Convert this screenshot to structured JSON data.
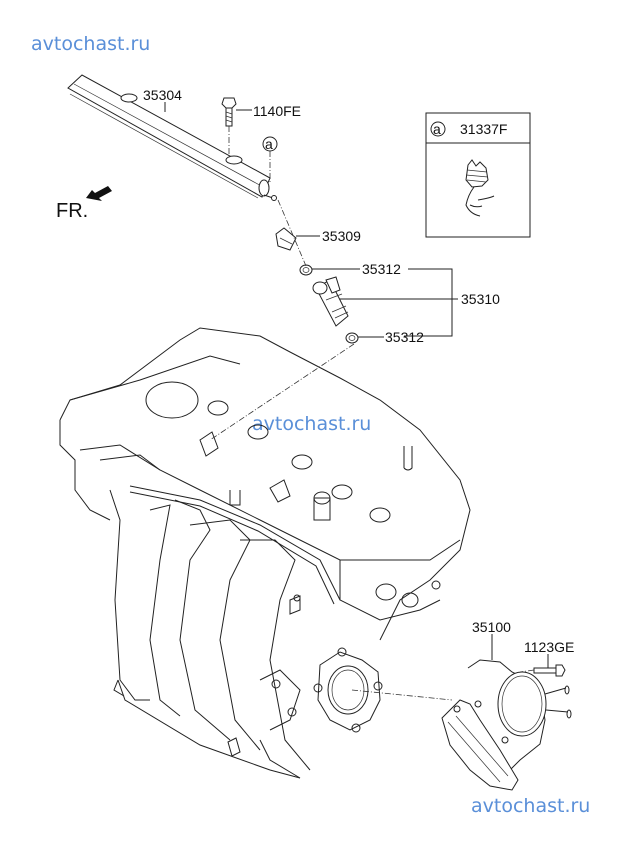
{
  "diagram": {
    "title": "Fuel rail / injector / throttle body parts diagram",
    "watermark_text": "avtochast.ru",
    "watermark_color": "#5a8fd8",
    "direction_label": "FR.",
    "callouts": {
      "fuel_rail": "35304",
      "bolt_rail": "1140FE",
      "ref_a": "a",
      "connector": "35309",
      "oring_top": "35312",
      "injector_assy": "35310",
      "oring_bottom": "35312",
      "throttle_body": "35100",
      "bolt_throttle": "1123GE"
    },
    "detail_box": {
      "ref": "a",
      "part_number": "31337F"
    }
  }
}
